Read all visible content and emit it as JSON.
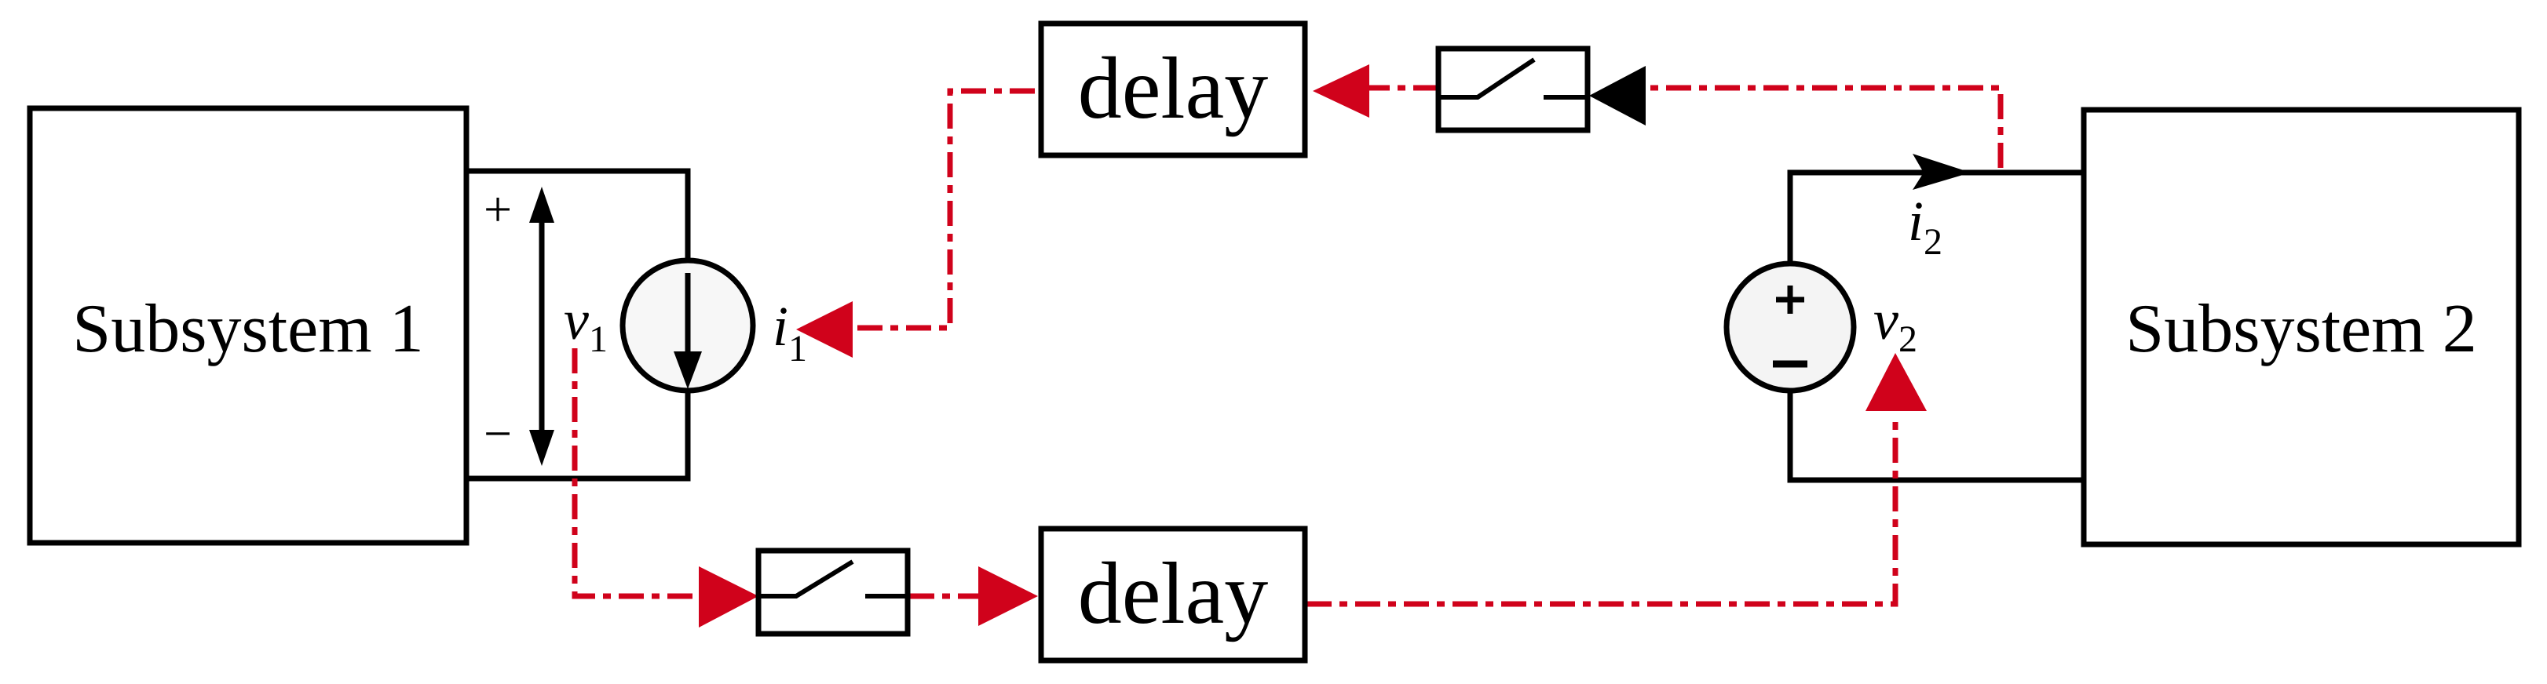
{
  "subsystems": {
    "left": "Subsystem 1",
    "right": "Subsystem 2"
  },
  "delays": {
    "top": "delay",
    "bottom": "delay"
  },
  "symbols": {
    "v1_base": "v",
    "v1_sub": "1",
    "i1_base": "i",
    "i1_sub": "1",
    "i2_base": "i",
    "i2_sub": "2",
    "v2_base": "v",
    "v2_sub": "2",
    "plus": "+",
    "minus": "−"
  },
  "colors": {
    "signal": "#d0021b",
    "wire": "#000000"
  }
}
